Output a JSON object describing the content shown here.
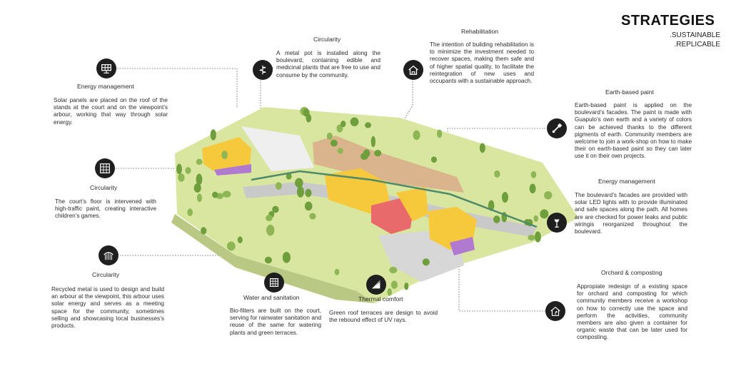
{
  "header": {
    "title": "STRATEGIES",
    "subtitle_1": ".SUSTAINABLE",
    "subtitle_2": ".REPLICABLE"
  },
  "strategies": [
    {
      "heading": "Energy management",
      "icon": "solar-panel-icon",
      "text": "Solar panels are placed on the roof of the stands at the court and on the viewpoint’s arbour, working that way through solar energy."
    },
    {
      "heading": "Circularity",
      "icon": "court-grid-icon",
      "text": "The court’s floor is intervened with high-traffic paint, creating interactive children’s games."
    },
    {
      "heading": "Circularity",
      "icon": "arbour-icon",
      "text": "Recycled metal is used to design and build an arbour at the viewpoint, this arbour uses solar energy and serves as a meeting space for the community, sometimes selling and showcasing local businesses’s products."
    },
    {
      "heading": "Circularity",
      "icon": "plant-pot-icon",
      "text": "A metal pot is installed along the boulevard, containing edible and medicinal plants that are free to use and consume by the community."
    },
    {
      "heading": "Rehabilitation",
      "icon": "house-tools-icon",
      "text": "The intention of building rehabilitation is to minimize the investment needed to recover spaces, making them safe and of higher spatial quality, to facilitate the reintegration of new uses and occupants with a sustainable approach."
    },
    {
      "heading": "Earth-based paint",
      "icon": "paint-brush-icon",
      "text": "Earth-based paint is applied on the boulevard’s facades. The paint is made with Guapulo’s own earth and a variety of colors can be achieved thanks to the different pigments of earth. Community members are welcome to join a work-shop on how to make their on earth-based paint so they can later use it on their own projects."
    },
    {
      "heading": "Energy management",
      "icon": "street-light-icon",
      "text": "The boulevard’s facades are provided with solar LED lights with to provide illuminated and safe spaces along the path. All homes are are checked for power leaks and public wiringis reorganized throughout the boulevard."
    },
    {
      "heading": "Orchard & composting",
      "icon": "compost-icon",
      "text": "Appropiate redesign of a existing space for orchard and composting for which community members receive a workshop on how to correctly use the space and perform the activities, community members are also given a container for organic waste that can be later used for composting."
    },
    {
      "heading": "Water and sanitation",
      "icon": "water-filter-icon",
      "text": "Bio-filters are built on the court, serving for rainwater sanitation and reuse of the same for watering plants and green terraces."
    },
    {
      "heading": "Thermal comfort",
      "icon": "green-roof-icon",
      "text": "Green roof terraces are design to avoid the rebound effect of UV rays."
    }
  ],
  "colors": {
    "terrain": "#d9e6a0",
    "tree": "#6f9e3c",
    "building_yellow": "#f6c83c",
    "building_pink": "#e86a6a",
    "building_tan": "#d9b48c",
    "road": "#c9c9c9"
  }
}
